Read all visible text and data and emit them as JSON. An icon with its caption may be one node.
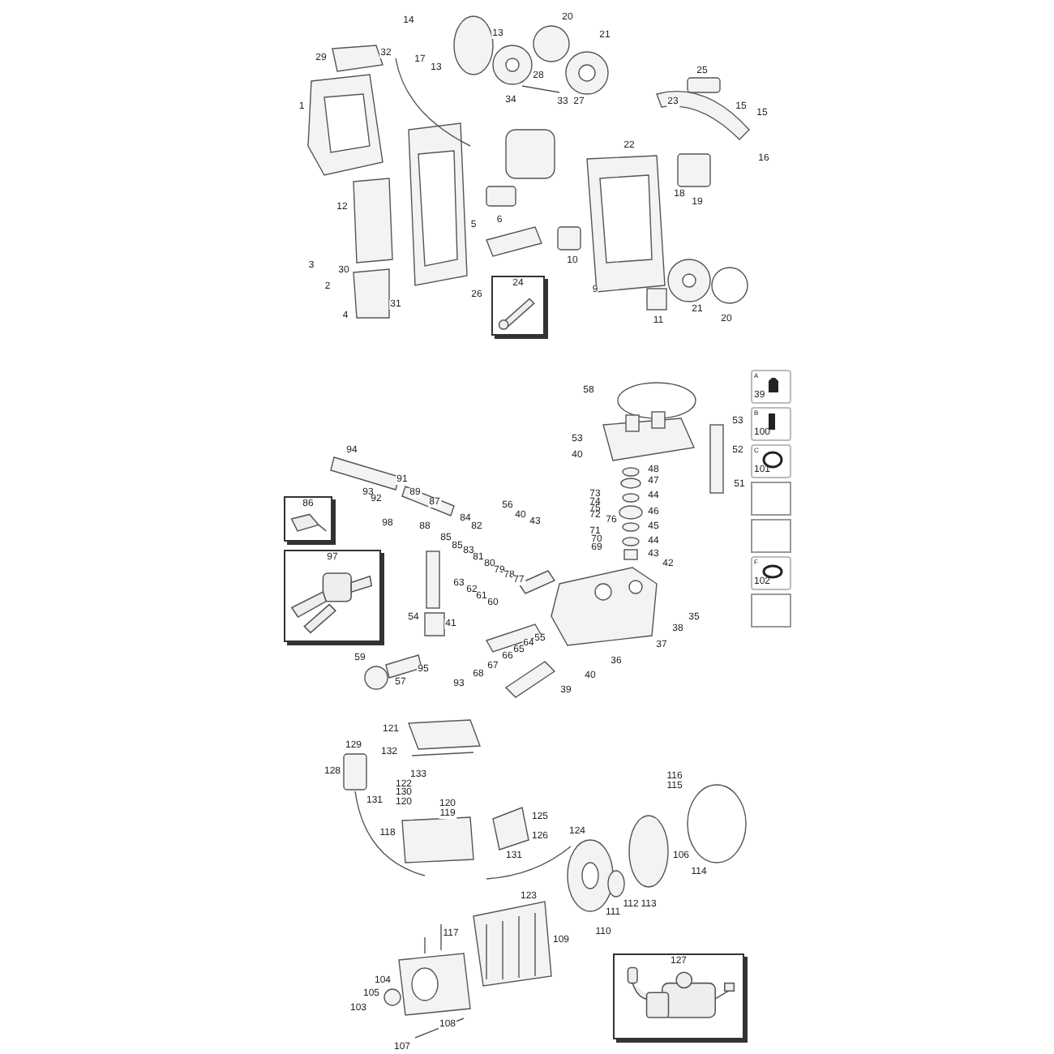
{
  "diagram": {
    "nodes": [
      {
        "text": [
          "24"
        ]
      },
      {
        "text": [
          "86"
        ]
      },
      {
        "text": [
          "97"
        ]
      },
      {
        "text": [
          "A",
          "39"
        ]
      },
      {
        "text": [
          "B",
          "100"
        ]
      },
      {
        "text": [
          "C",
          "101"
        ]
      },
      {
        "text": [],
        "shape": "box"
      },
      {
        "text": [],
        "shape": "box"
      },
      {
        "text": [
          "F",
          "102"
        ]
      },
      {
        "text": [],
        "shape": "box"
      },
      {
        "text": [
          "127"
        ]
      }
    ],
    "labels": [
      "14",
      "20",
      "21",
      "13",
      "29",
      "32",
      "17",
      "13",
      "28",
      "25",
      "34",
      "33",
      "27",
      "23",
      "15",
      "1",
      "15",
      "22",
      "16",
      "18",
      "19",
      "12",
      "6",
      "5",
      "10",
      "3",
      "30",
      "2",
      "9",
      "26",
      "31",
      "21",
      "4",
      "20",
      "11",
      "58",
      "53",
      "94",
      "40",
      "48",
      "91",
      "47",
      "93",
      "89",
      "44",
      "73",
      "92",
      "87",
      "74",
      "56",
      "75",
      "72",
      "46",
      "40",
      "84",
      "76",
      "43",
      "98",
      "88",
      "82",
      "45",
      "71",
      "85",
      "70",
      "44",
      "85",
      "83",
      "69",
      "43",
      "81",
      "80",
      "42",
      "79",
      "78",
      "77",
      "63",
      "62",
      "61",
      "60",
      "54",
      "35",
      "41",
      "38",
      "55",
      "64",
      "37",
      "65",
      "66",
      "59",
      "36",
      "67",
      "95",
      "68",
      "40",
      "57",
      "93",
      "39",
      "53",
      "52",
      "51",
      "121",
      "132",
      "129",
      "128",
      "133",
      "116",
      "122",
      "115",
      "130",
      "131",
      "120",
      "120",
      "119",
      "125",
      "124",
      "118",
      "126",
      "106",
      "131",
      "114",
      "123",
      "112",
      "113",
      "111",
      "110",
      "117",
      "109",
      "104",
      "105",
      "103",
      "108",
      "107"
    ]
  }
}
